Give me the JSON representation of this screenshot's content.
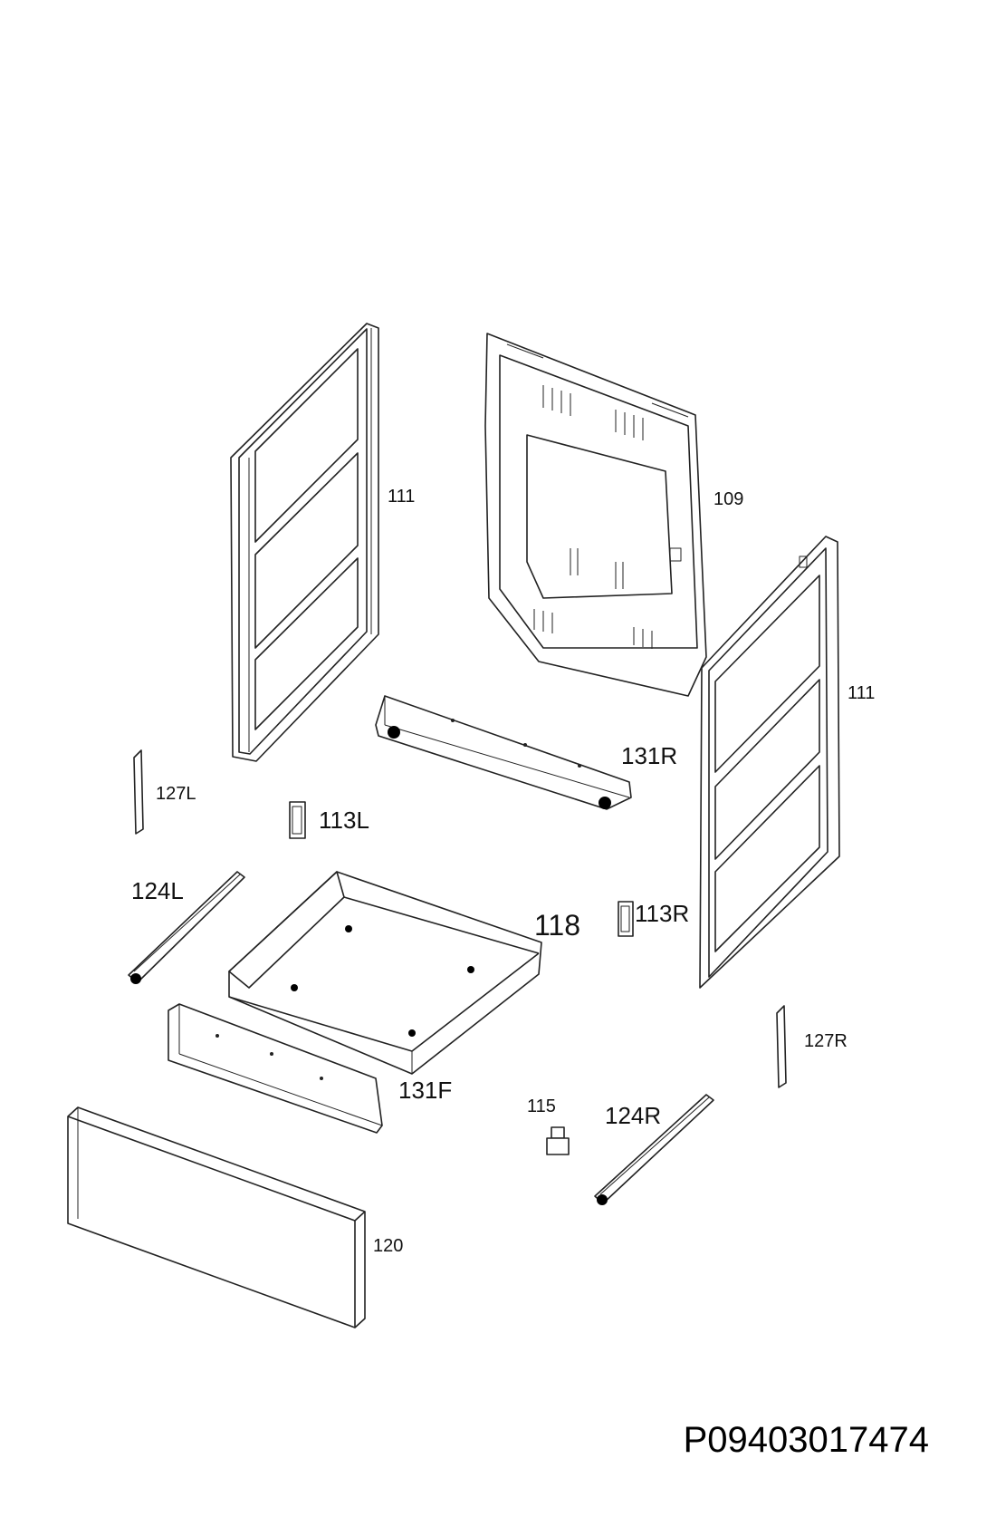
{
  "diagram": {
    "labels": {
      "p111_left": "111",
      "p109": "109",
      "p111_right": "111",
      "p131r": "131R",
      "p127l": "127L",
      "p113l": "113L",
      "p124l": "124L",
      "p118": "118",
      "p113r": "113R",
      "p127r": "127R",
      "p131f": "131F",
      "p115": "115",
      "p124r": "124R",
      "p120": "120"
    },
    "document_number": "P09403017474"
  }
}
